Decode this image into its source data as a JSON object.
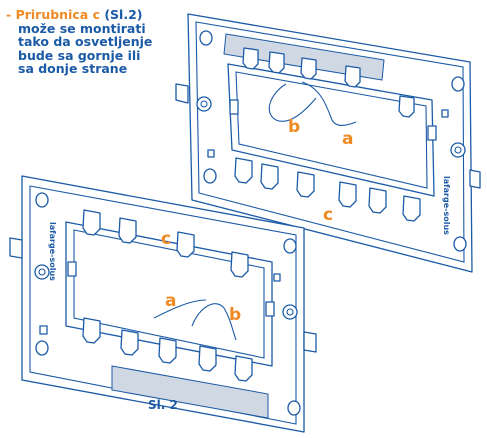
{
  "caption": {
    "dash": "-",
    "label": "Prirubnica c",
    "ref": "(Sl.2)",
    "lines": [
      "može se montirati",
      "tako da osvetljenje",
      "bude sa gornje ili",
      "sa donje strane"
    ]
  },
  "figure_label": "Sl. 2",
  "top_frame": {
    "labels": {
      "a": "a",
      "b": "b",
      "c": "c"
    },
    "brand": "lafarge-solus"
  },
  "bottom_frame": {
    "labels": {
      "a": "a",
      "b": "b",
      "c": "c"
    },
    "brand": "lafarge-solus"
  },
  "colors": {
    "accent": "#f08a24",
    "line": "#1b5aa6",
    "tab_fill": "#cfd8e3"
  }
}
